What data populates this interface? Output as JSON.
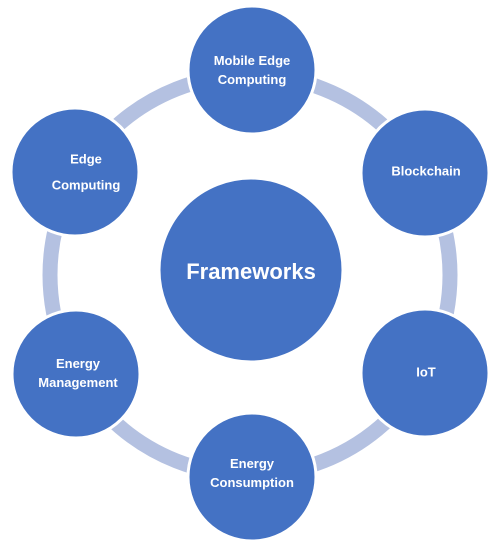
{
  "diagram": {
    "ring_color": "#B4C1E1",
    "node_color": "#4472C4",
    "node_border": "#FFFFFF",
    "text_color": "#FFFFFF",
    "center": {
      "label": "Frameworks"
    },
    "nodes": [
      {
        "id": "mobile-edge-computing",
        "label": "Mobile Edge\nComputing"
      },
      {
        "id": "blockchain",
        "label": "Blockchain"
      },
      {
        "id": "iot",
        "label": "IoT"
      },
      {
        "id": "energy-consumption",
        "label": "Energy\nConsumption"
      },
      {
        "id": "energy-management",
        "label": "Energy\nManagement"
      },
      {
        "id": "edge-computing",
        "label": "Edge\n\nComputing"
      }
    ]
  }
}
